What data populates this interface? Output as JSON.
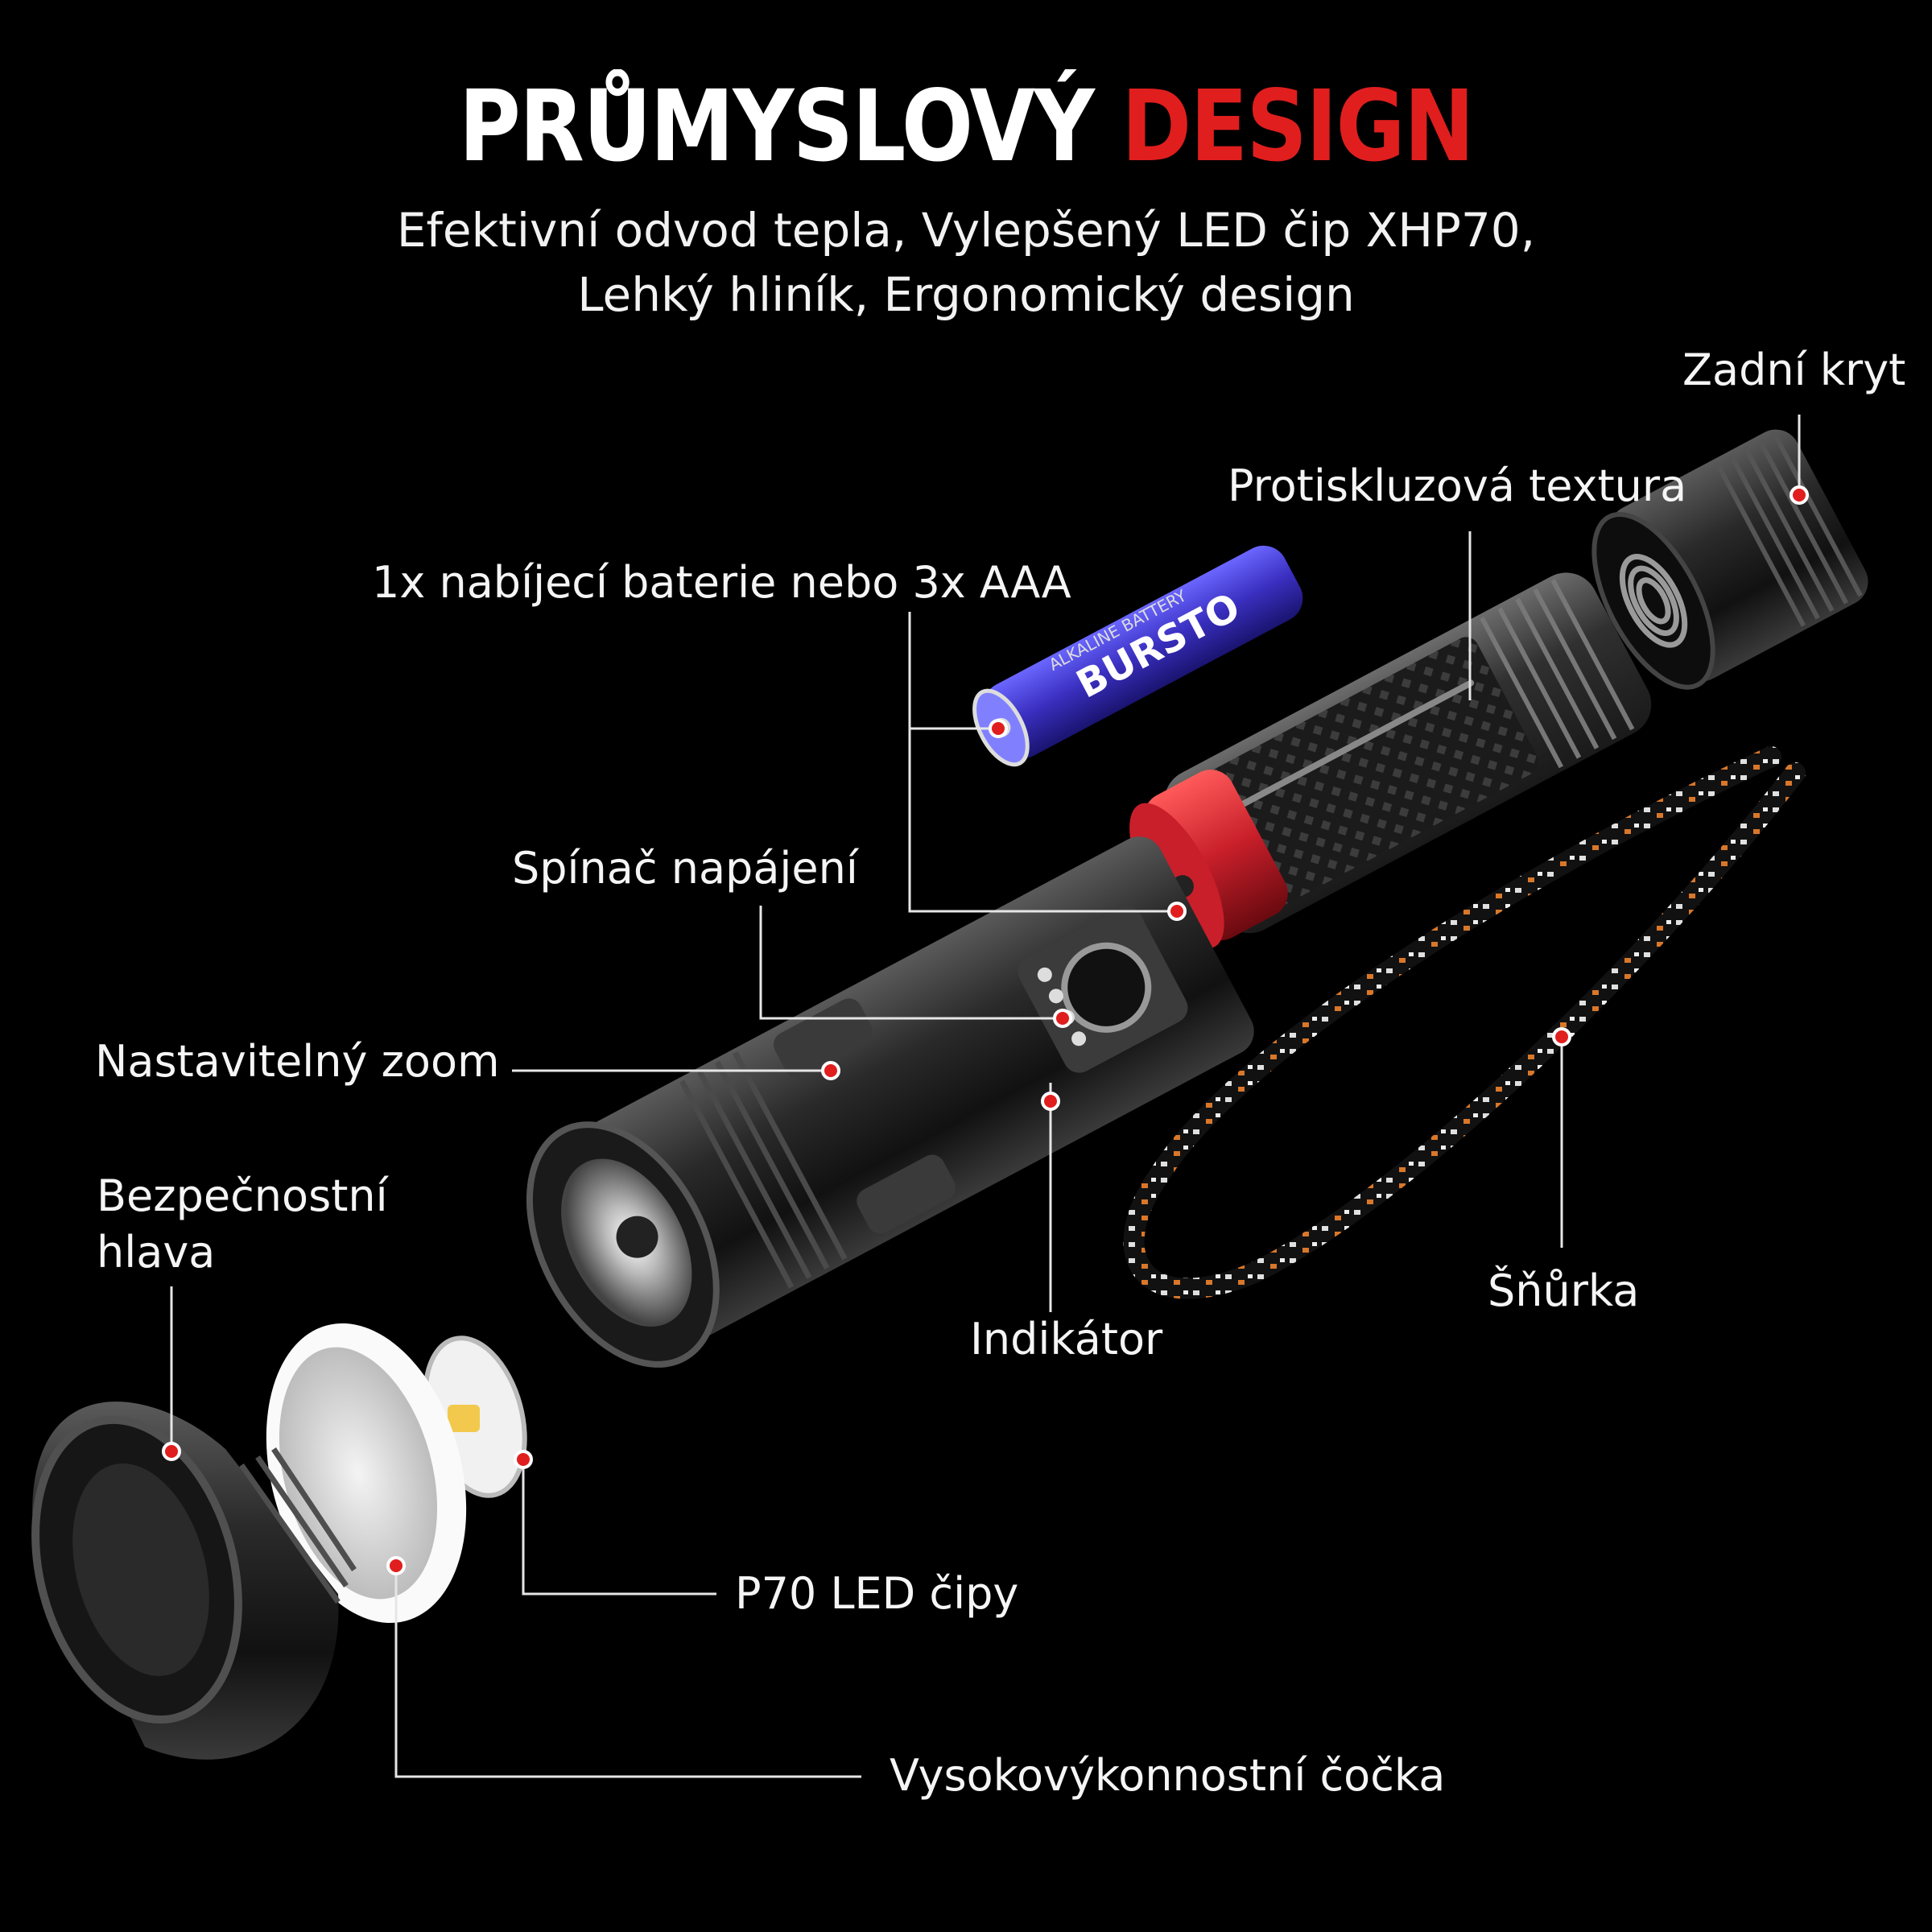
{
  "title": {
    "part1": "PRŮMYSLOVÝ",
    "part2": "DESIGN"
  },
  "subtitle": {
    "line1": "Efektivní odvod tepla, Vylepšený LED čip XHP70,",
    "line2": "Lehký hliník, Ergonomický design"
  },
  "labels": {
    "rear_cover": "Zadní kryt",
    "anti_slip": "Protiskluzová textura",
    "battery": "1x nabíjecí baterie nebo 3x AAA",
    "power_switch": "Spínač napájení",
    "zoom": "Nastavitelný zoom",
    "safety_head_1": "Bezpečnostní",
    "safety_head_2": "hlava",
    "indicator": "Indikátor",
    "lanyard": "Šňůrka",
    "led_chips": "P70 LED čipy",
    "lens": "Vysokovýkonnostní čočka"
  },
  "battery_print": {
    "brand": "BURSTO",
    "type": "ALKALINE BATTERY"
  },
  "colors": {
    "background": "#000000",
    "accent": "#e01e1e",
    "text": "#ffffff",
    "battery": "#3a2fc0",
    "cap": "#c81f2a"
  }
}
